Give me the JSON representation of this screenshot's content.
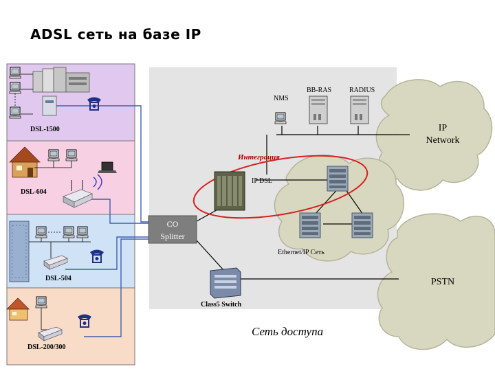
{
  "title": "ADSL сеть на базе IP",
  "labels": {
    "nms": "NMS",
    "bb_ras": "BB-RAS",
    "radius": "RADIUS",
    "ip_network": [
      "IP",
      "Network"
    ],
    "integration": "Интеграция",
    "ip_dslam": "IP DSL",
    "co_splitter": [
      "CO",
      "Splitter"
    ],
    "ethernet_ip_net": "Ethernet/IP Сеть",
    "pstn": "PSTN",
    "class5_switch": "Class5 Switch",
    "access_net": "Сеть доступа",
    "dsl_1500": "DSL-1500",
    "dsl_604": "DSL-604",
    "dsl_504": "DSL-504",
    "dsl_200_300": "DSL-200/300"
  },
  "colors": {
    "panel_office": "#e0c8ee",
    "panel_home": "#f8d0e4",
    "panel_building": "#cfe2f6",
    "panel_house": "#f8dcc8",
    "core_area": "#e4e4e4",
    "cloud": "#d8d8c0",
    "link": "#000000",
    "dsl_link": "#3f5fb0",
    "co_box": "#7e7e7e",
    "highlight": "#d82020"
  },
  "icons": [
    "pc-icon",
    "server-icon",
    "phone-icon",
    "modem-icon",
    "router-icon",
    "house-icon",
    "office-building-icon",
    "tower-building-icon",
    "laptop-icon",
    "dslam-icon",
    "switch-icon"
  ]
}
